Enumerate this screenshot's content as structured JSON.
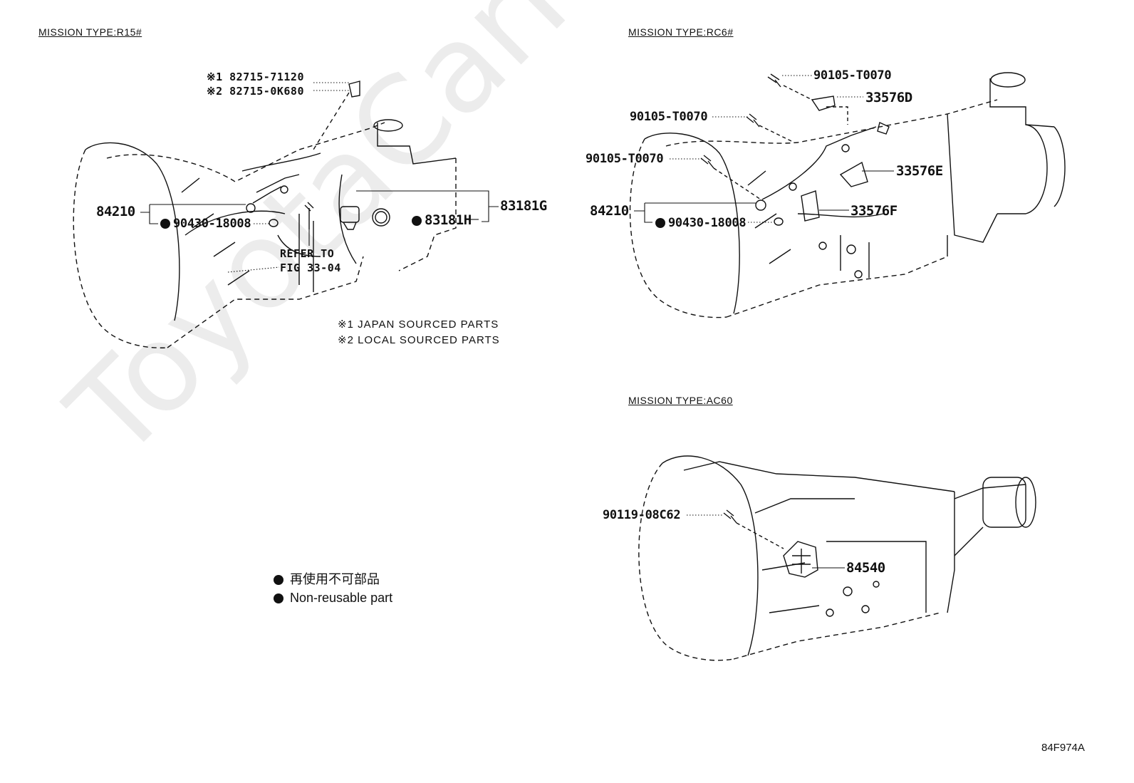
{
  "watermark": "ToyotaCarMart.ru",
  "figure_code": "84F974A",
  "sections": {
    "r15": {
      "title": "MISSION TYPE:R15#",
      "callouts": {
        "ref1_mark": "※1",
        "ref1_part": "82715-71120",
        "ref2_mark": "※2",
        "ref2_part": "82715-0K680",
        "p84210": "84210",
        "p90430": "90430-18008",
        "p83181g": "83181G",
        "p83181h": "83181H",
        "refer_line1": "REFER TO",
        "refer_line2": "FIG 33-04"
      },
      "notes": [
        "※1 JAPAN SOURCED PARTS",
        "※2 LOCAL SOURCED PARTS"
      ]
    },
    "rc6": {
      "title": "MISSION TYPE:RC6#",
      "callouts": {
        "bolt_top": "90105-T0070",
        "p33576d": "33576D",
        "bolt_mid": "90105-T0070",
        "bolt_low": "90105-T0070",
        "p33576e": "33576E",
        "p84210": "84210",
        "p33576f": "33576F",
        "p90430": "90430-18008"
      }
    },
    "ac60": {
      "title": "MISSION TYPE:AC60",
      "callouts": {
        "p90119": "90119-08C62",
        "p84540": "84540"
      }
    }
  },
  "legend": {
    "jp": "再使用不可部品",
    "en": "Non-reusable part"
  }
}
